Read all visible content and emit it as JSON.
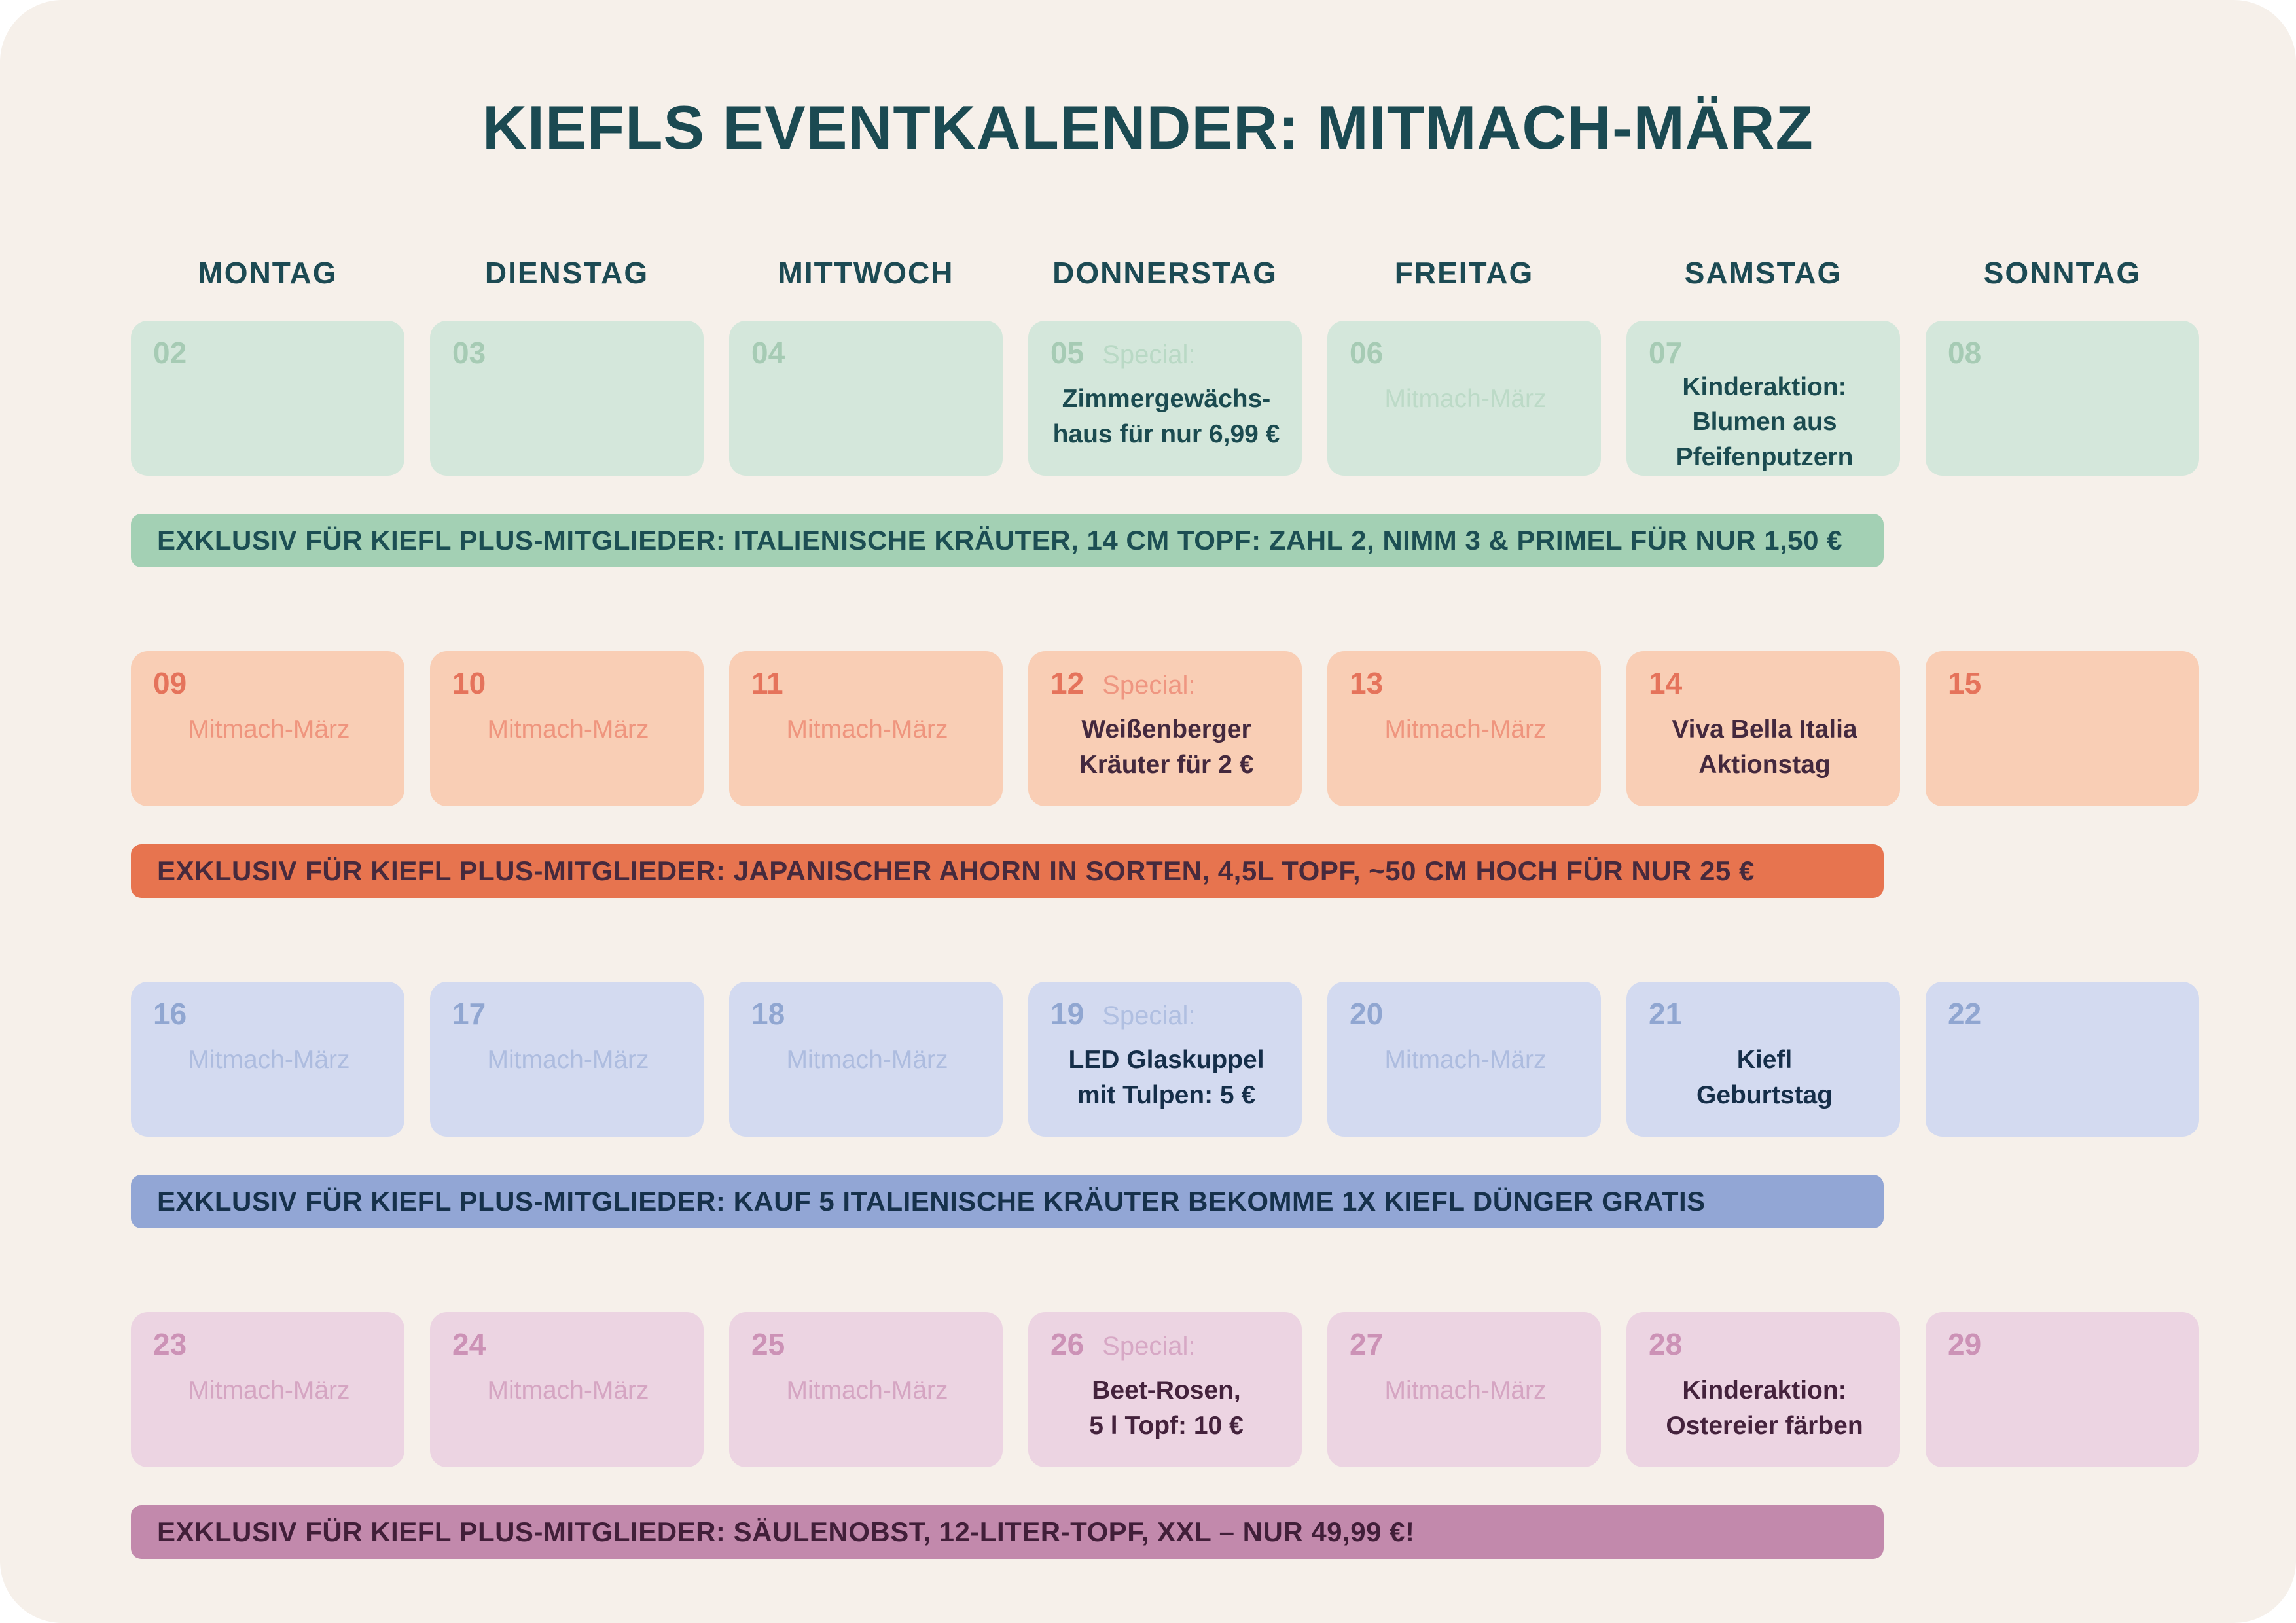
{
  "page": {
    "title": "KIEFLS EVENTKALENDER: MITMACH-MÄRZ"
  },
  "colors": {
    "page_background": "#f6f0ea",
    "heading_text": "#1b4a52",
    "week_themes": {
      "green": {
        "cell_bg": "#d4e7db",
        "number": "#a6cbb4",
        "subtext": "#bcdac7",
        "event_text": "#1b4b50",
        "banner_bg": "#a3d0b4",
        "banner_text": "#1c4e53"
      },
      "orange": {
        "cell_bg": "#f9ceb5",
        "number": "#e5735b",
        "subtext": "#ef957e",
        "event_text": "#44293e",
        "banner_bg": "#e7744f",
        "banner_text": "#462a3d"
      },
      "blue": {
        "cell_bg": "#d3daf0",
        "number": "#90a6d1",
        "subtext": "#adbcdf",
        "event_text": "#152e49",
        "banner_bg": "#92a6d5",
        "banner_text": "#16314b"
      },
      "pink": {
        "cell_bg": "#ecd4e2",
        "number": "#cc92b6",
        "subtext": "#d5a5c2",
        "event_text": "#44223c",
        "banner_bg": "#c289ac",
        "banner_text": "#411f39"
      }
    }
  },
  "day_headers": [
    "MONTAG",
    "DIENSTAG",
    "MITTWOCH",
    "DONNERSTAG",
    "FREITAG",
    "SAMSTAG",
    "SONNTAG"
  ],
  "weeks": [
    {
      "theme": "green",
      "days": [
        {
          "number": "02"
        },
        {
          "number": "03"
        },
        {
          "number": "04"
        },
        {
          "number": "05",
          "special_label": "Special:",
          "event": "Zimmergewächs-\nhaus für nur 6,99 €"
        },
        {
          "number": "06",
          "subtext": "Mitmach-März"
        },
        {
          "number": "07",
          "event": "Kinderaktion:\nBlumen aus\nPfeifenputzern"
        },
        {
          "number": "08"
        }
      ],
      "banner": "EXKLUSIV FÜR KIEFL PLUS-MITGLIEDER: ITALIENISCHE KRÄUTER, 14 CM TOPF: ZAHL 2, NIMM 3 & PRIMEL FÜR NUR 1,50 €"
    },
    {
      "theme": "orange",
      "days": [
        {
          "number": "09",
          "subtext": "Mitmach-März"
        },
        {
          "number": "10",
          "subtext": "Mitmach-März"
        },
        {
          "number": "11",
          "subtext": "Mitmach-März"
        },
        {
          "number": "12",
          "special_label": "Special:",
          "event": "Weißenberger\nKräuter für 2 €"
        },
        {
          "number": "13",
          "subtext": "Mitmach-März"
        },
        {
          "number": "14",
          "event": "Viva Bella Italia\nAktionstag"
        },
        {
          "number": "15"
        }
      ],
      "banner": "EXKLUSIV FÜR KIEFL PLUS-MITGLIEDER: JAPANISCHER AHORN IN SORTEN, 4,5L TOPF, ~50 CM HOCH FÜR NUR 25 €"
    },
    {
      "theme": "blue",
      "days": [
        {
          "number": "16",
          "subtext": "Mitmach-März"
        },
        {
          "number": "17",
          "subtext": "Mitmach-März"
        },
        {
          "number": "18",
          "subtext": "Mitmach-März"
        },
        {
          "number": "19",
          "special_label": "Special:",
          "event": "LED Glaskuppel\nmit Tulpen: 5 €"
        },
        {
          "number": "20",
          "subtext": "Mitmach-März"
        },
        {
          "number": "21",
          "event": "Kiefl\nGeburtstag"
        },
        {
          "number": "22"
        }
      ],
      "banner": "EXKLUSIV FÜR KIEFL PLUS-MITGLIEDER: KAUF 5 ITALIENISCHE KRÄUTER BEKOMME 1X KIEFL DÜNGER GRATIS"
    },
    {
      "theme": "pink",
      "days": [
        {
          "number": "23",
          "subtext": "Mitmach-März"
        },
        {
          "number": "24",
          "subtext": "Mitmach-März"
        },
        {
          "number": "25",
          "subtext": "Mitmach-März"
        },
        {
          "number": "26",
          "special_label": "Special:",
          "event": "Beet-Rosen,\n5 l Topf: 10 €"
        },
        {
          "number": "27",
          "subtext": "Mitmach-März"
        },
        {
          "number": "28",
          "event": "Kinderaktion:\nOstereier färben"
        },
        {
          "number": "29"
        }
      ],
      "banner": "EXKLUSIV FÜR KIEFL PLUS-MITGLIEDER: SÄULENOBST, 12-LITER-TOPF, XXL – NUR 49,99 €!"
    }
  ]
}
